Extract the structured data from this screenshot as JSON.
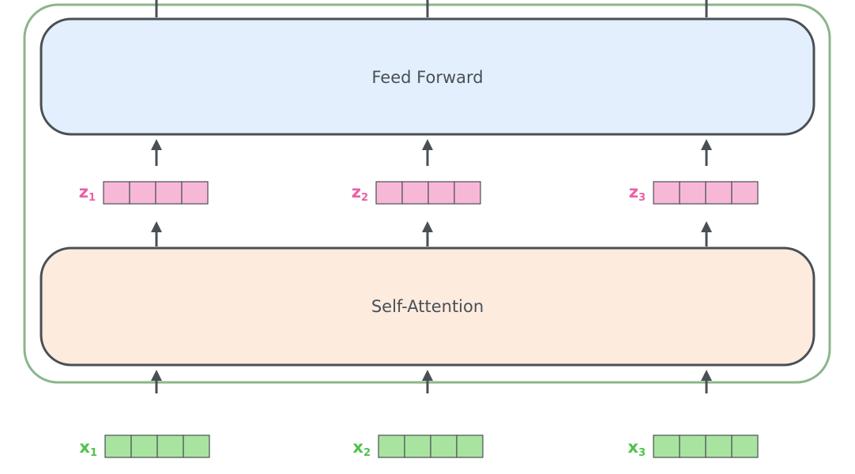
{
  "blocks": {
    "feed_forward": {
      "label": "Feed Forward",
      "fill": "#e3effd",
      "stroke": "#4a4f55"
    },
    "self_attention": {
      "label": "Self-Attention",
      "fill": "#fdebde",
      "stroke": "#4a4f55"
    }
  },
  "encoder_border_color": "#8bb68a",
  "arrow_color": "#4a4f55",
  "z_vectors": {
    "color": "#eb5fa6",
    "cell_fill": "#f7b8d7",
    "cell_count": 4,
    "items": [
      {
        "letter": "z",
        "sub": "1"
      },
      {
        "letter": "z",
        "sub": "2"
      },
      {
        "letter": "z",
        "sub": "3"
      }
    ]
  },
  "x_vectors": {
    "color": "#4fc24c",
    "cell_fill": "#a8e4a0",
    "cell_count": 4,
    "items": [
      {
        "letter": "x",
        "sub": "1"
      },
      {
        "letter": "x",
        "sub": "2"
      },
      {
        "letter": "x",
        "sub": "3"
      }
    ]
  }
}
